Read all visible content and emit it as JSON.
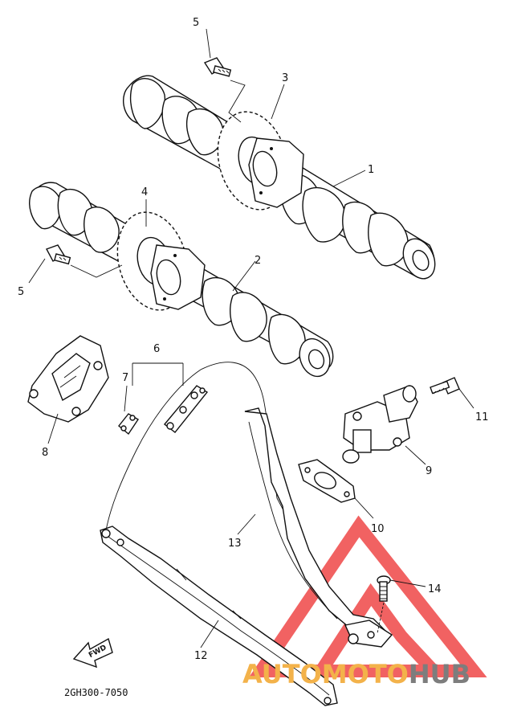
{
  "diagram": {
    "callouts": [
      {
        "id": "c5a",
        "text": "5"
      },
      {
        "id": "c3",
        "text": "3"
      },
      {
        "id": "c1",
        "text": "1"
      },
      {
        "id": "c4",
        "text": "4"
      },
      {
        "id": "c2",
        "text": "2"
      },
      {
        "id": "c5b",
        "text": "5"
      },
      {
        "id": "c6",
        "text": "6"
      },
      {
        "id": "c7",
        "text": "7"
      },
      {
        "id": "c8",
        "text": "8"
      },
      {
        "id": "c11",
        "text": "11"
      },
      {
        "id": "c9",
        "text": "9"
      },
      {
        "id": "c10",
        "text": "10"
      },
      {
        "id": "c13",
        "text": "13"
      },
      {
        "id": "c14",
        "text": "14"
      },
      {
        "id": "c12",
        "text": "12"
      }
    ],
    "fwd_label": "FWD",
    "part_code": "2GH300-7050"
  },
  "watermark": {
    "part_auto": "AUTO",
    "part_moto": "MOTO",
    "part_hub": "HUB",
    "colors": {
      "triangle": "#ee3b3b",
      "auto": "#f3b24a",
      "hub": "#7d7d7d"
    }
  }
}
